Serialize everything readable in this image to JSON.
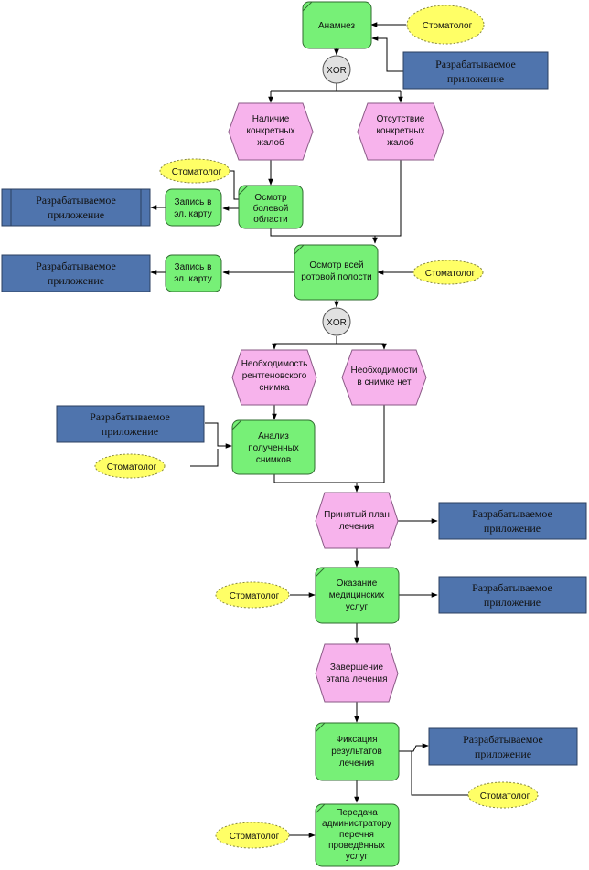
{
  "diagram": {
    "functions": [
      {
        "id": "anamnesis",
        "label": [
          "Анамнез"
        ]
      },
      {
        "id": "exam_pain",
        "label": [
          "Осмотр",
          "болевой",
          "области"
        ]
      },
      {
        "id": "record1",
        "label": [
          "Запись в",
          "эл. карту"
        ]
      },
      {
        "id": "exam_oral",
        "label": [
          "Осмотр всей",
          "ротовой полости"
        ]
      },
      {
        "id": "record2",
        "label": [
          "Запись в",
          "эл. карту"
        ]
      },
      {
        "id": "analysis",
        "label": [
          "Анализ",
          "полученных",
          "снимков"
        ]
      },
      {
        "id": "care",
        "label": [
          "Оказание",
          "медицинских",
          "услуг"
        ]
      },
      {
        "id": "fix",
        "label": [
          "Фиксация",
          "результатов",
          "лечения"
        ]
      },
      {
        "id": "transfer",
        "label": [
          "Передача",
          "администратору",
          "перечня",
          "проведённых",
          "услуг"
        ]
      }
    ],
    "events": [
      {
        "id": "complaints_yes",
        "label": [
          "Наличие",
          "конкретных",
          "жалоб"
        ]
      },
      {
        "id": "complaints_no",
        "label": [
          "Отсутствие",
          "конкретных",
          "жалоб"
        ]
      },
      {
        "id": "xray_needed",
        "label": [
          "Необходимость",
          "рентгеновского",
          "снимка"
        ]
      },
      {
        "id": "xray_none",
        "label": [
          "Необходимости",
          "в снимке нет"
        ]
      },
      {
        "id": "plan",
        "label": [
          "Принятый план",
          "лечения"
        ]
      },
      {
        "id": "stage_end",
        "label": [
          "Завершение",
          "этапа лечения"
        ]
      }
    ],
    "role_label": "Стоматолог",
    "app_label": [
      "Разрабатываемое",
      "приложение"
    ],
    "xor_label": "XOR"
  }
}
